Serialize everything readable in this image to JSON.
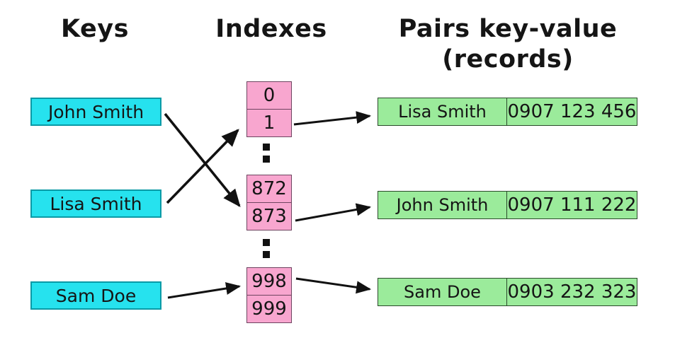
{
  "headers": {
    "keys": "Keys",
    "indexes": "Indexes",
    "pairs_line1": "Pairs key-value",
    "pairs_line2": "(records)"
  },
  "keys": [
    "John Smith",
    "Lisa Smith",
    "Sam Doe"
  ],
  "index_groups": [
    [
      "0",
      "1"
    ],
    [
      "872",
      "873"
    ],
    [
      "998",
      "999"
    ]
  ],
  "ellipsis_between_groups": ":",
  "records": [
    {
      "name": "Lisa Smith",
      "value": "0907 123 456"
    },
    {
      "name": "John Smith",
      "value": "0907 111 222"
    },
    {
      "name": "Sam Doe",
      "value": "0903 232 323"
    }
  ],
  "arrows": [
    {
      "from": "key:John Smith",
      "to": "index:873"
    },
    {
      "from": "key:Lisa Smith",
      "to": "index:1"
    },
    {
      "from": "key:Sam Doe",
      "to": "index:998"
    },
    {
      "from": "index:1",
      "to": "record:Lisa Smith"
    },
    {
      "from": "index:873",
      "to": "record:John Smith"
    },
    {
      "from": "index:998",
      "to": "record:Sam Doe"
    }
  ],
  "colors": {
    "key_fill": "#26e2ee",
    "key_border": "#0a9aa6",
    "index_fill": "#f8a6cf",
    "index_border": "#6e4460",
    "record_fill": "#9beb9b",
    "record_border": "#2b4a2b",
    "arrow_color": "#111111",
    "text_color": "#151515"
  }
}
